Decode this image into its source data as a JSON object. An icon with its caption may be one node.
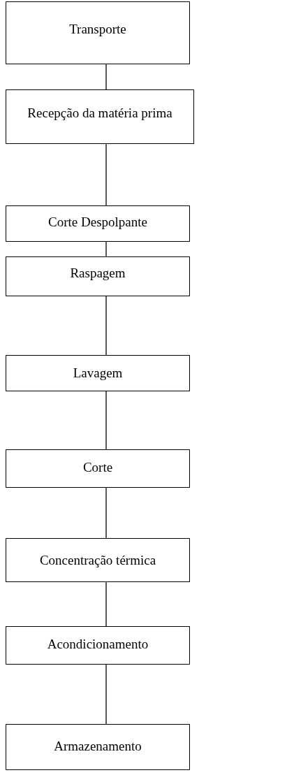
{
  "diagram": {
    "nodes": [
      {
        "text": [
          "Transporte"
        ]
      },
      {
        "text": [
          "Recepção da matéria prima"
        ]
      },
      {
        "text": [
          "Corte Despolpante"
        ]
      },
      {
        "text": [
          "Raspagem"
        ]
      },
      {
        "text": [
          "Lavagem"
        ]
      },
      {
        "text": [
          "Corte"
        ]
      },
      {
        "text": [
          "Concentração térmica"
        ]
      },
      {
        "text": [
          "Acondicionamento"
        ]
      },
      {
        "text": [
          "Armazenamento"
        ]
      }
    ],
    "edges": [
      {
        "from": 0,
        "to": 1,
        "arrow": "none"
      },
      {
        "from": 1,
        "to": 2,
        "arrow": "none"
      },
      {
        "from": 2,
        "to": 3,
        "arrow": "none"
      },
      {
        "from": 3,
        "to": 4,
        "arrow": "none"
      },
      {
        "from": 4,
        "to": 5,
        "arrow": "none"
      },
      {
        "from": 5,
        "to": 6,
        "arrow": "none"
      },
      {
        "from": 6,
        "to": 7,
        "arrow": "none"
      },
      {
        "from": 7,
        "to": 8,
        "arrow": "none"
      }
    ]
  }
}
